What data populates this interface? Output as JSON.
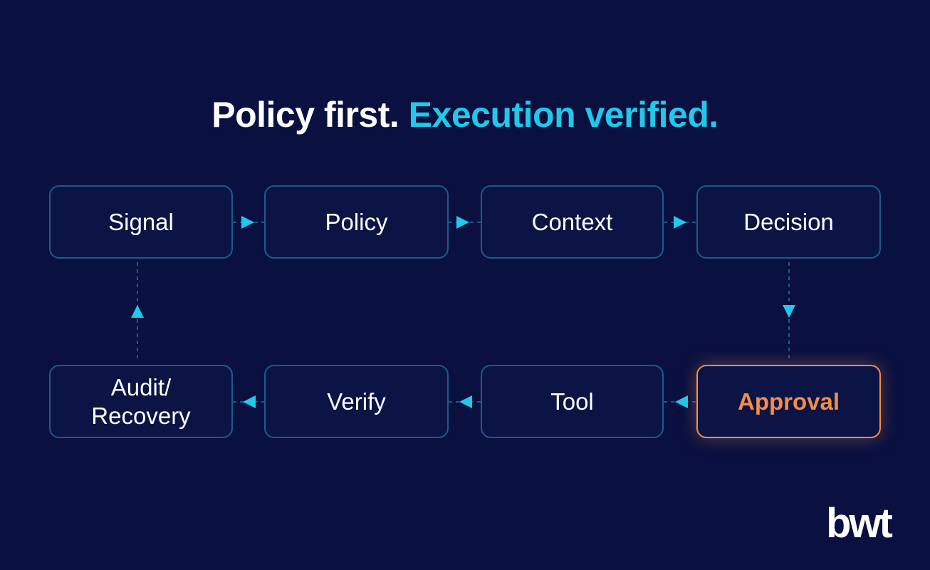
{
  "headline": {
    "lead": "Policy first.",
    "accent": "Execution verified."
  },
  "nodes": {
    "signal": "Signal",
    "policy": "Policy",
    "context": "Context",
    "decision": "Decision",
    "approval": "Approval",
    "tool": "Tool",
    "verify": "Verify",
    "audit_line1": "Audit/",
    "audit_line2": "Recovery"
  },
  "logo": "bwt",
  "colors": {
    "background": "#0a1040",
    "accent": "#22c8ea",
    "node_border": "#1e5a8a",
    "highlight": "#f38e48",
    "text": "#ffffff"
  }
}
